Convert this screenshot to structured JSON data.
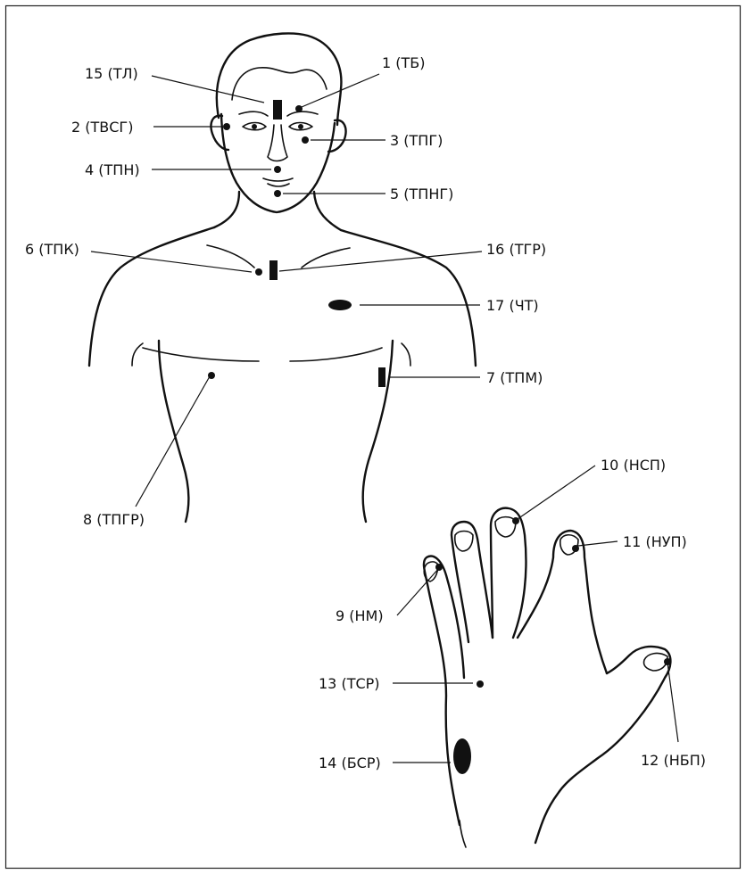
{
  "diagram": {
    "points": [
      {
        "id": "p15",
        "text": "15 (ТЛ)"
      },
      {
        "id": "p1",
        "text": "1 (ТБ)"
      },
      {
        "id": "p2",
        "text": "2 (ТВСГ)"
      },
      {
        "id": "p3",
        "text": "3 (ТПГ)"
      },
      {
        "id": "p4",
        "text": "4 (ТПН)"
      },
      {
        "id": "p5",
        "text": "5 (ТПНГ)"
      },
      {
        "id": "p6",
        "text": "6 (ТПК)"
      },
      {
        "id": "p16",
        "text": "16 (ТГР)"
      },
      {
        "id": "p17",
        "text": "17 (ЧТ)"
      },
      {
        "id": "p7",
        "text": "7 (ТПМ)"
      },
      {
        "id": "p8",
        "text": "8 (ТПГР)"
      },
      {
        "id": "p10",
        "text": "10 (НСП)"
      },
      {
        "id": "p11",
        "text": "11 (НУП)"
      },
      {
        "id": "p9",
        "text": "9 (НМ)"
      },
      {
        "id": "p13",
        "text": "13 (ТСР)"
      },
      {
        "id": "p12",
        "text": "12 (НБП)"
      },
      {
        "id": "p14",
        "text": "14 (БСР)"
      }
    ]
  }
}
